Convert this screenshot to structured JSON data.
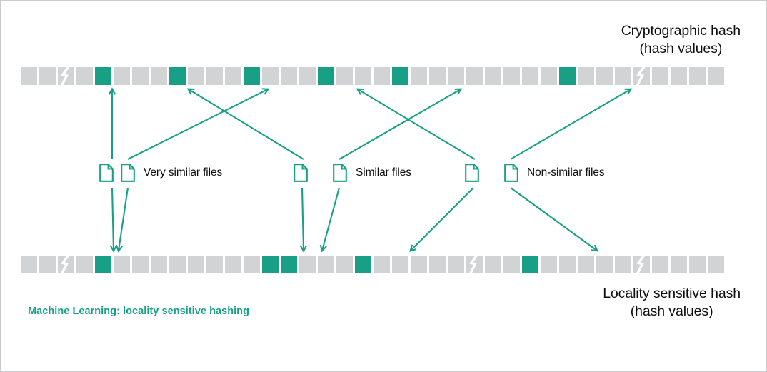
{
  "diagram": {
    "caption": "Machine Learning: locality sensitive hashing",
    "accent_color": "#17a085",
    "cell_color": "#d2d3d5",
    "text_color": "#0d0d0d"
  },
  "top_section": {
    "title_line1": "Cryptographic hash",
    "title_line2": "(hash values)",
    "bar": {
      "name": "cryptographic-hash-bar",
      "cell_count": 38,
      "highlighted_indices": [
        4,
        8,
        12,
        16,
        20,
        29
      ],
      "break_indices": [
        2,
        33
      ]
    }
  },
  "bottom_section": {
    "title_line1": "Locality sensitive hash",
    "title_line2": "(hash values)",
    "bar": {
      "name": "locality-sensitive-hash-bar",
      "cell_count": 38,
      "highlighted_indices": [
        4,
        13,
        14,
        18,
        27
      ],
      "break_indices": [
        2,
        24,
        33
      ]
    }
  },
  "file_groups": [
    {
      "id": "very-similar-files",
      "label": "Very similar files",
      "icon": "document-icon",
      "icon_count": 2,
      "meaning": "map to same locality sensitive hash bucket"
    },
    {
      "id": "similar-files",
      "label": "Similar files",
      "icon": "document-icon",
      "icon_count": 2,
      "meaning": "map to adjacent locality sensitive hash buckets"
    },
    {
      "id": "non-similar-files",
      "label": "Non-similar files",
      "icon": "document-icon",
      "icon_count": 2,
      "meaning": "map to distant locality sensitive hash buckets"
    }
  ]
}
